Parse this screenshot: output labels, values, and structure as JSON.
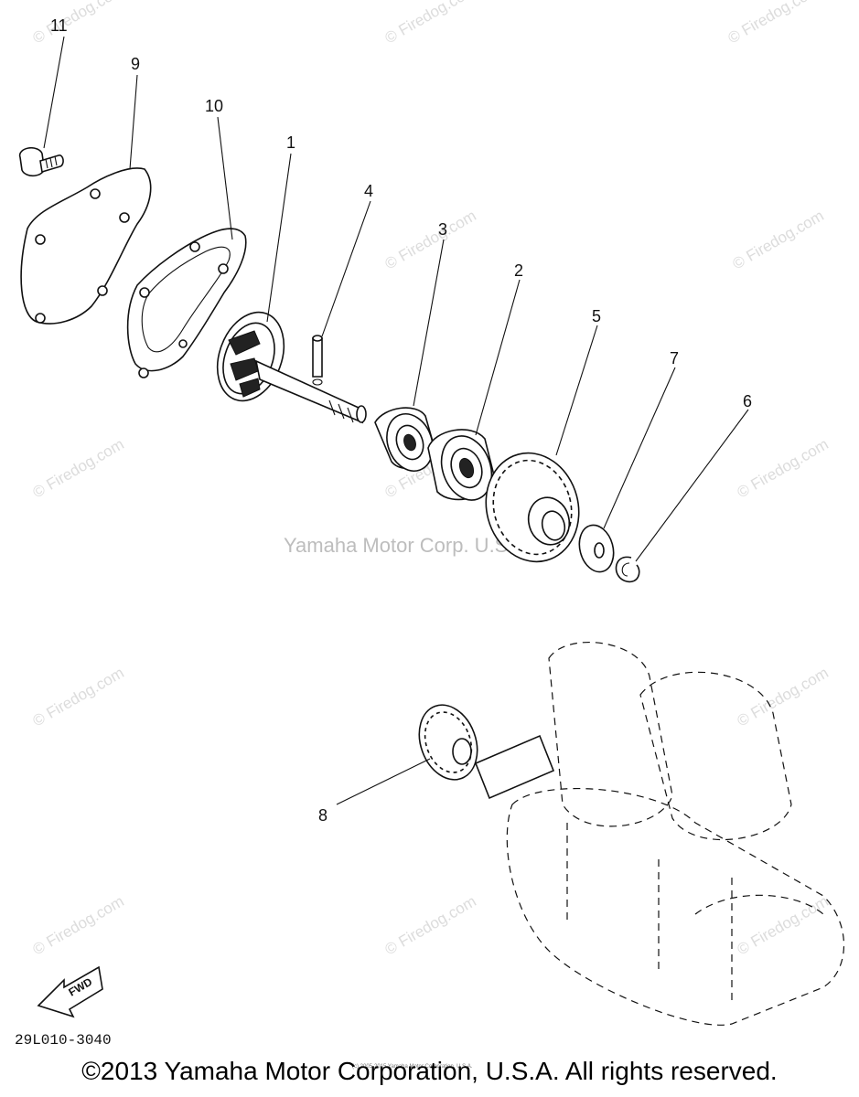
{
  "labels": {
    "p1": "1",
    "p2": "2",
    "p3": "3",
    "p4": "4",
    "p5": "5",
    "p6": "6",
    "p7": "7",
    "p8": "8",
    "p9": "9",
    "p10": "10",
    "p11": "11"
  },
  "watermark": {
    "small": "© Firedog.com",
    "center": "Yamaha Motor Corp. U.S.A."
  },
  "fwd_label": "FWD",
  "diagram_code": "29L010-3040",
  "tiny_credit": "(c) 2005-2015 Yamaha Motor Corporation, U.S.A.",
  "copyright": "©2013 Yamaha Motor Corporation, U.S.A. All rights reserved."
}
